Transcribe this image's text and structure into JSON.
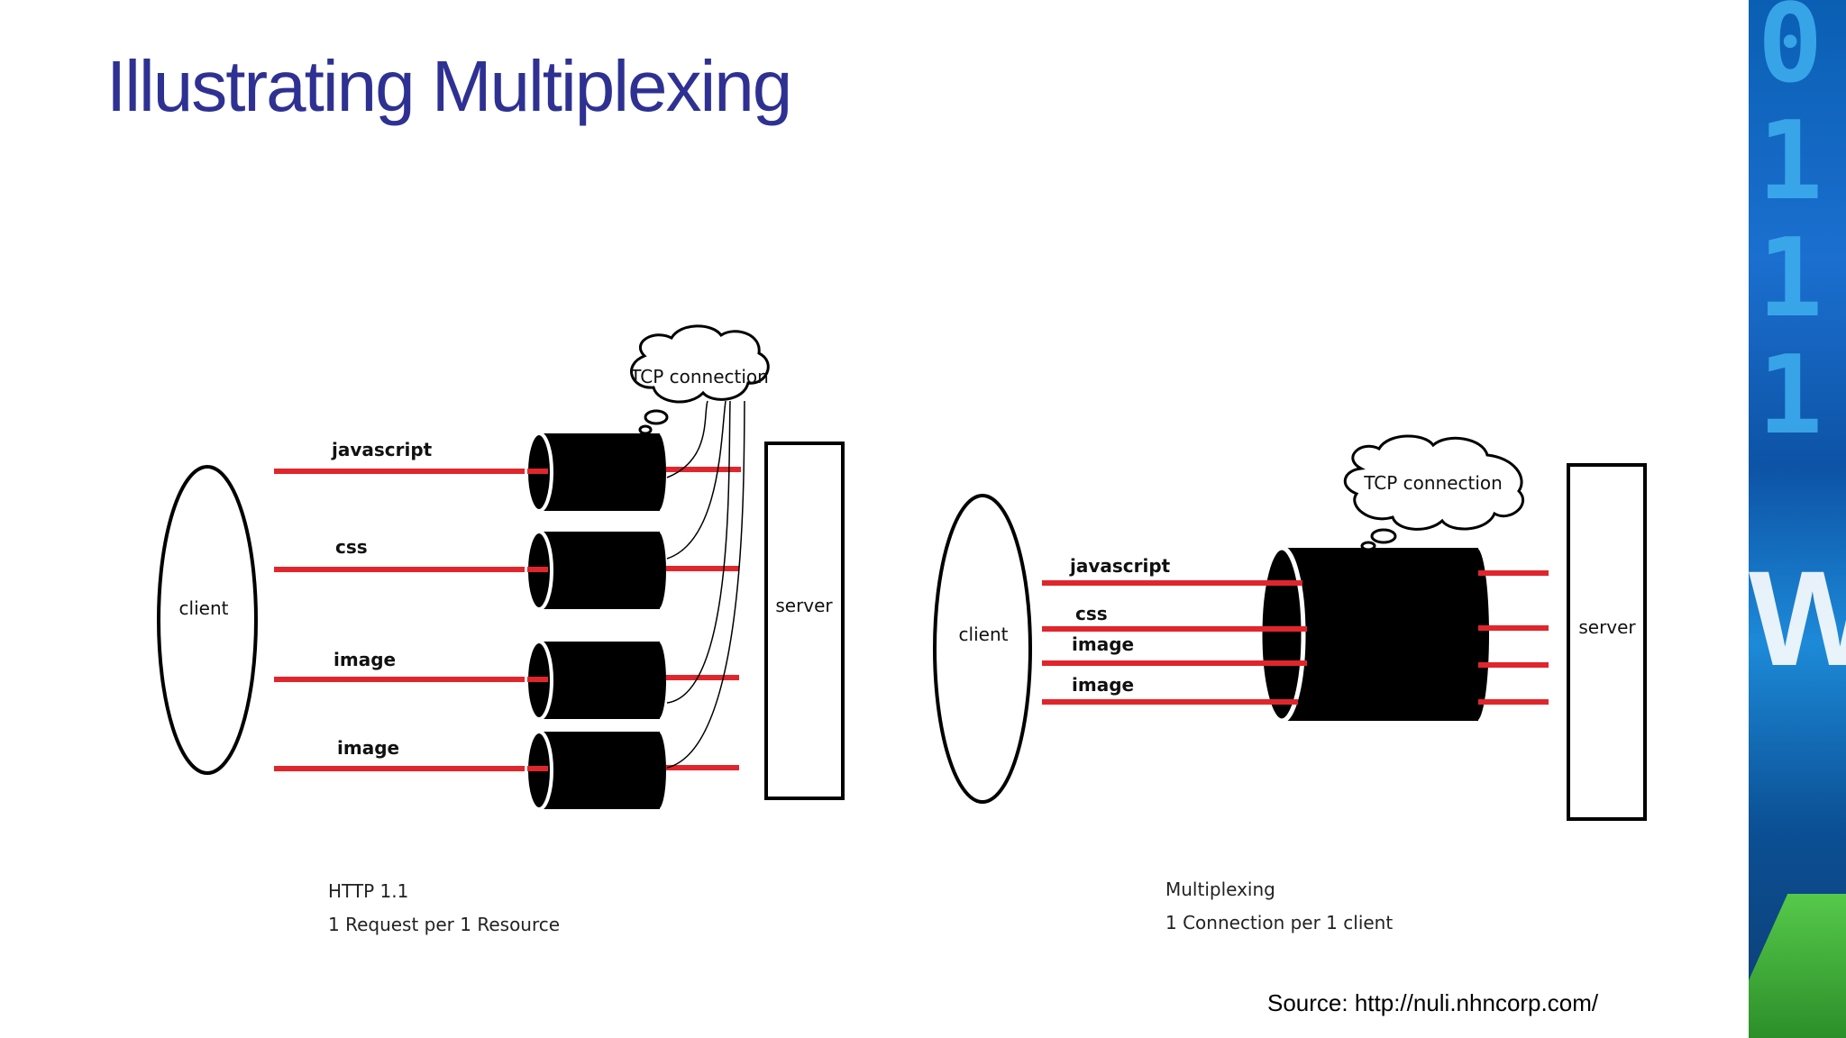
{
  "title": "Illustrating Multiplexing",
  "decor_digits": [
    "0",
    "1",
    "1",
    "1"
  ],
  "http11": {
    "client_label": "client",
    "server_label": "server",
    "cloud_label": "TCP connection",
    "streams": [
      "javascript",
      "css",
      "image",
      "image"
    ],
    "caption_line1": "HTTP 1.1",
    "caption_line2": "1 Request per 1 Resource"
  },
  "multiplexing": {
    "client_label": "client",
    "server_label": "server",
    "cloud_label": "TCP connection",
    "streams": [
      "javascript",
      "css",
      "image",
      "image"
    ],
    "caption_line1": "Multiplexing",
    "caption_line2": "1 Connection per 1 client"
  },
  "source": "Source: http://nuli.nhncorp.com/",
  "colors": {
    "title": "#2e3192",
    "stream_line": "#e0262c",
    "pipe": "#000000"
  }
}
